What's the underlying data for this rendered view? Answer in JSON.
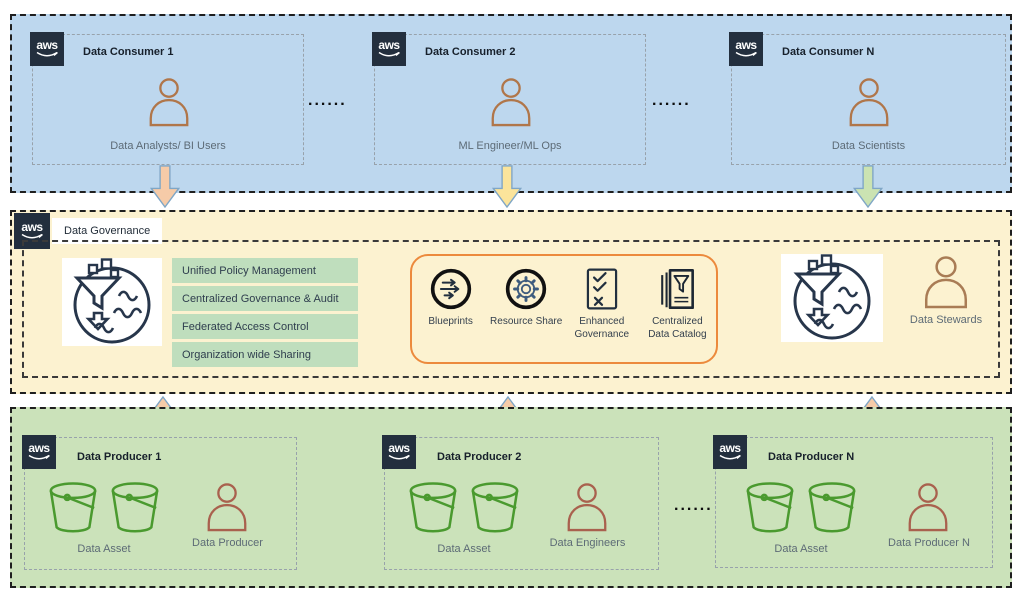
{
  "aws_logo_text": "aws",
  "dots": "......",
  "consumers": {
    "items": [
      {
        "title": "Data Consumer 1",
        "label": "Data Analysts/ BI Users"
      },
      {
        "title": "Data Consumer 2",
        "label": "ML Engineer/ML Ops"
      },
      {
        "title": "Data Consumer N",
        "label": "Data Scientists"
      }
    ]
  },
  "governance": {
    "label": "Data Governance",
    "policies": [
      "Unified Policy Management",
      "Centralized  Governance & Audit",
      "Federated Access Control",
      "Organization wide Sharing"
    ],
    "features": [
      {
        "label": "Blueprints",
        "icon": "blueprints-circle-arrows"
      },
      {
        "label": "Resource Share",
        "icon": "gear-circle"
      },
      {
        "label": "Enhanced Governance",
        "icon": "checklist"
      },
      {
        "label": "Centralized Data Catalog",
        "icon": "catalog-book-funnel"
      }
    ],
    "steward_label": "Data Stewards"
  },
  "producers": {
    "items": [
      {
        "title": "Data Producer 1",
        "asset_label": "Data Asset",
        "person_label": "Data Producer"
      },
      {
        "title": "Data Producer 2",
        "asset_label": "Data Asset",
        "person_label": "Data Engineers"
      },
      {
        "title": "Data Producer N",
        "asset_label": "Data Asset",
        "person_label": "Data Producer N"
      }
    ]
  },
  "colors": {
    "consumer_bg": "#BDD7EE",
    "governance_bg": "#FCF2D0",
    "producer_bg": "#CBE2BA",
    "policy_bg": "#BFDEBD",
    "aws_navy": "#232F3E",
    "orange_border": "#EC8A3D",
    "arrow_down_1": "#F6CBA8",
    "arrow_down_2": "#FBE49B",
    "arrow_down_3": "#CBE3B2",
    "arrow_up": "#F6CBA8",
    "consumer_person": "#B0764A",
    "producer_person": "#A9614E",
    "steward_person": "#A97C55",
    "bucket_green": "#4A9A2F",
    "icon_navy": "#27364B"
  }
}
